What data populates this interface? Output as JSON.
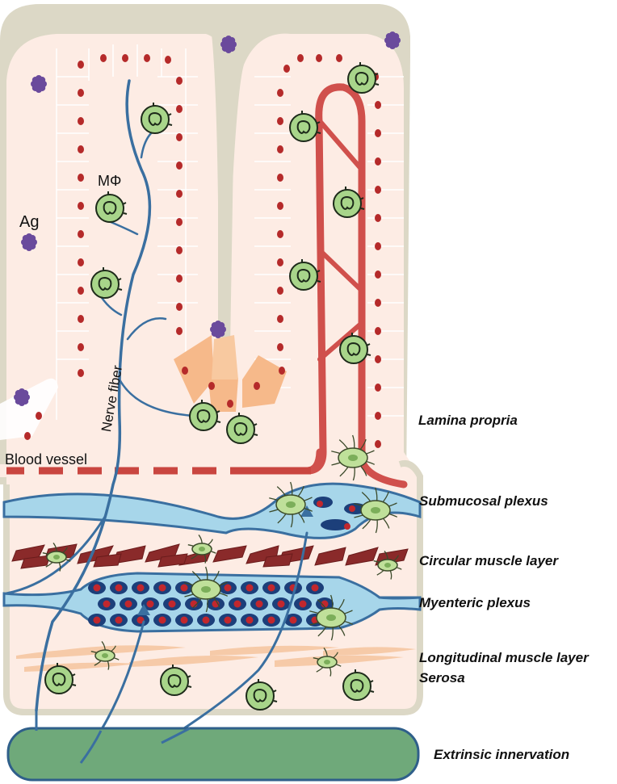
{
  "labels": {
    "macrophage": "MΦ",
    "antigen": "Ag",
    "nerve_fiber": "Nerve fiber",
    "blood_vessel": "Blood vessel",
    "lamina_propria": "Lamina propria",
    "submucosal_plexus": "Submucosal plexus",
    "circular_muscle": "Circular muscle layer",
    "myenteric_plexus": "Myenteric plexus",
    "longitudinal_muscle": "Longitudinal muscle layer",
    "serosa": "Serosa",
    "extrinsic_innervation": "Extrinsic innervation"
  },
  "colors": {
    "lumen": "#dcd8c6",
    "epithelium": "#fdece4",
    "epithelium_line": "#ffffff",
    "nucleus": "#b52a2a",
    "nerve": "#3a6fa0",
    "blood_vessel": "#d0504c",
    "macrophage_fill": "#a8d58a",
    "macrophage_stroke": "#1d2a1a",
    "glia_fill": "#bfe09a",
    "antigen": "#6a4a9c",
    "plexus_fill": "#a7d6ea",
    "neuron_fill": "#1c3f7a",
    "neuron_nucleus": "#c1272d",
    "muscle_dark": "#8a2a2a",
    "muscle_long": "#f6c7a2",
    "enteroendocrine": "#f6b98a",
    "extrinsic": "#6fa97a"
  }
}
